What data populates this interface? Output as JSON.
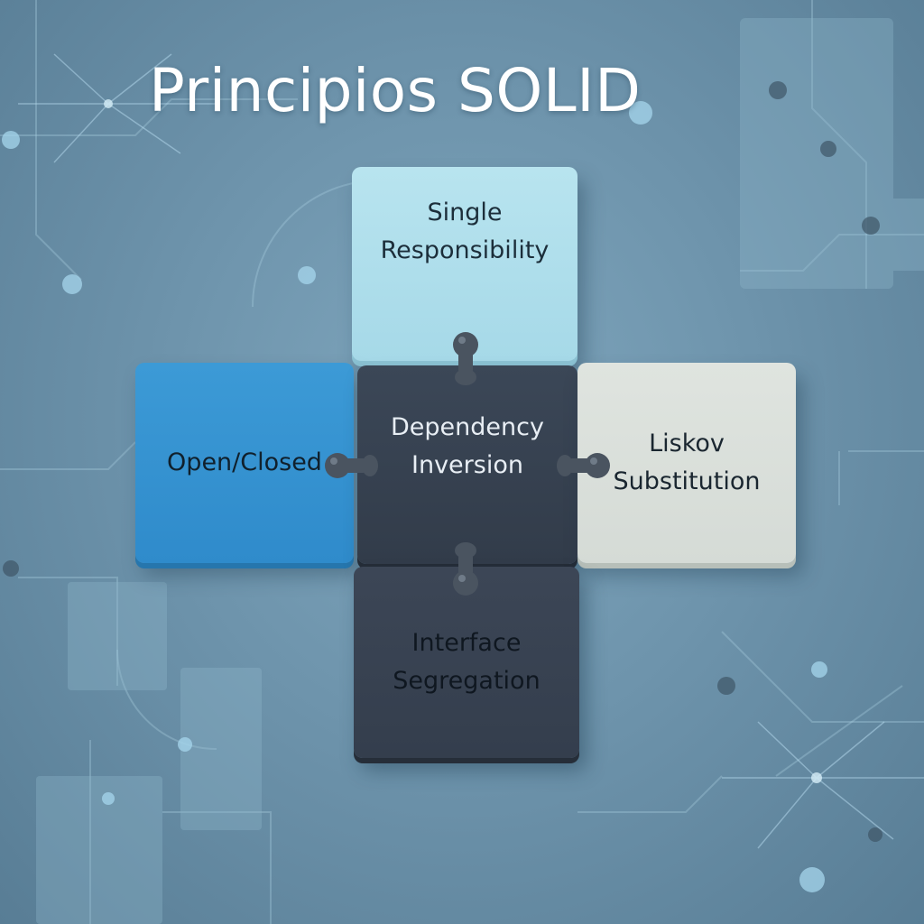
{
  "title": "Principios SOLID",
  "principles": {
    "single_responsibility": "Single\nResponsibility",
    "open_closed": "Open/Closed",
    "liskov_substitution": "Liskov\nSubstitution",
    "interface_segregation": "Interface\nSegregation",
    "dependency_inversion": "Dependency\nInversion"
  },
  "colors": {
    "background": "#6e94ac",
    "single_responsibility": "#a6d9e8",
    "open_closed": "#2f8bcb",
    "liskov_substitution": "#d5dbd6",
    "interface_segregation": "#343e4d",
    "dependency_inversion": "#323c4a",
    "connector": "#4a5460"
  }
}
